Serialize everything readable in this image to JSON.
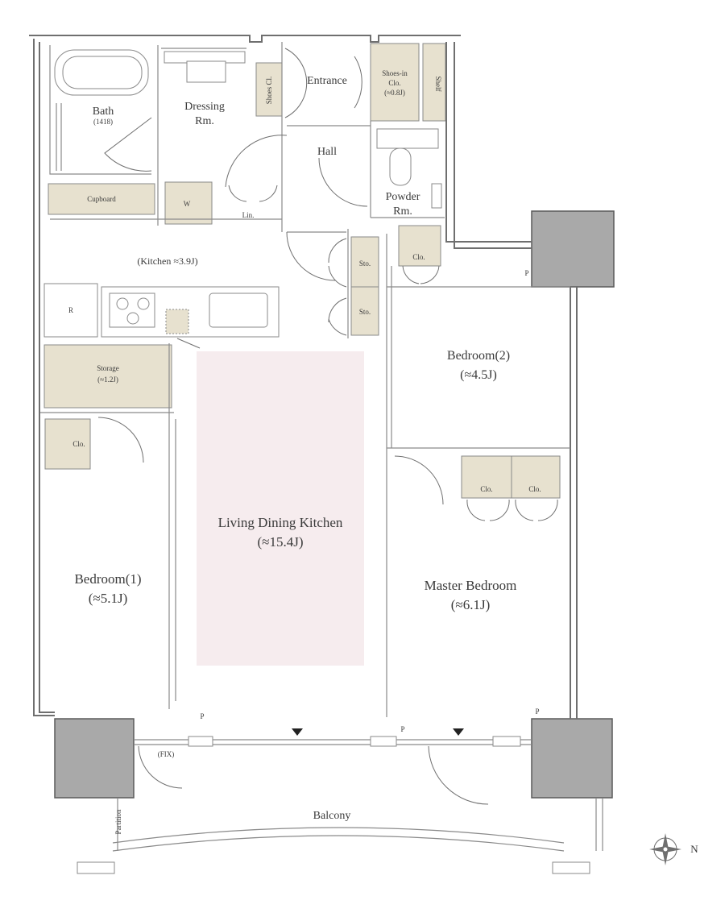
{
  "colors": {
    "wall": "#6f6f6f",
    "storage_fill": "#e7e1cf",
    "ldk_fill": "#f6ecee",
    "pillar_fill": "#a9a9a9",
    "text": "#3a3a3a"
  },
  "rooms": {
    "bath": {
      "name": "Bath",
      "size": "(1418)"
    },
    "dressing": {
      "line1": "Dressing",
      "line2": "Rm."
    },
    "shoes_cl": "Shoes Cl.",
    "entrance": "Entrance",
    "shoes_in": {
      "line1": "Shoes-in",
      "line2": "Clo.",
      "line3": "(≈0.8J)"
    },
    "shelf": "Shelf",
    "hall": "Hall",
    "powder": {
      "line1": "Powder",
      "line2": "Rm."
    },
    "cupboard": "Cupboard",
    "w": "W",
    "lin": "Lin.",
    "clo_bed2": "Clo.",
    "kitchen": "(Kitchen ≈3.9J)",
    "sto1": "Sto.",
    "sto2": "Sto.",
    "r": "R",
    "storage": {
      "name": "Storage",
      "size": "(≈1.2J)"
    },
    "bedroom2": {
      "name": "Bedroom(2)",
      "size": "(≈4.5J)"
    },
    "clo_bed1": "Clo.",
    "ldk": {
      "name": "Living Dining Kitchen",
      "size": "(≈15.4J)"
    },
    "clo_master1": "Clo.",
    "clo_master2": "Clo.",
    "master": {
      "name": "Master Bedroom",
      "size": "(≈6.1J)"
    },
    "bedroom1": {
      "name": "Bedroom(1)",
      "size": "(≈5.1J)"
    },
    "p_top": "P",
    "p_left": "P",
    "p_mid": "P",
    "p_right": "P",
    "fix": "(FIX)",
    "balcony": "Balcony",
    "partition": "Partition",
    "compass_label": "N"
  }
}
